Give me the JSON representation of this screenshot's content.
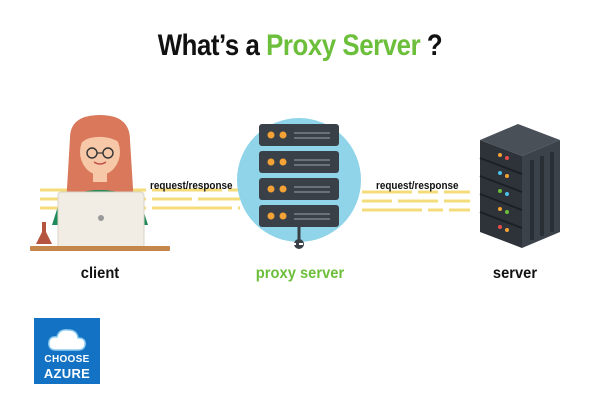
{
  "title": {
    "part1": "What’s a ",
    "part2": "Proxy Server",
    "part3": " ?"
  },
  "connections": [
    {
      "label": "request/response"
    },
    {
      "label": "request/response"
    }
  ],
  "nodes": {
    "client": {
      "label": "client"
    },
    "proxy": {
      "label": "proxy server"
    },
    "server": {
      "label": "server"
    }
  },
  "logo": {
    "line1": "CHOOSE",
    "line2": "AZURE"
  },
  "colors": {
    "accent_green": "#6cbf3a",
    "connector_yellow": "#f5dc7a",
    "proxy_circle": "#8fd4e8",
    "rack_dark": "#3a4048",
    "led_orange": "#f4a235",
    "logo_blue": "#1472c4"
  },
  "icons": {
    "client": "woman-at-laptop-icon",
    "proxy": "server-rack-icon",
    "server": "server-tower-icon",
    "logo": "cloud-icon"
  }
}
